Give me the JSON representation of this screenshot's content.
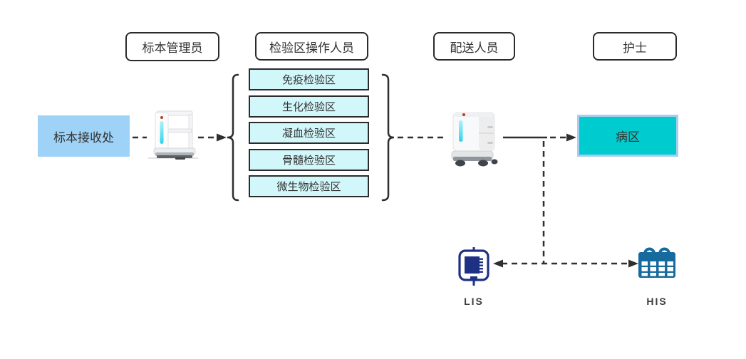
{
  "roles": [
    {
      "label": "标本管理员"
    },
    {
      "label": "检验区操作人员"
    },
    {
      "label": "配送人员"
    },
    {
      "label": "护士"
    }
  ],
  "reception": {
    "label": "标本接收处"
  },
  "test_areas": [
    {
      "label": "免疫检验区"
    },
    {
      "label": "生化检验区"
    },
    {
      "label": "凝血检验区"
    },
    {
      "label": "骨髓检验区"
    },
    {
      "label": "微生物检验区"
    }
  ],
  "ward": {
    "label": "病区"
  },
  "systems": [
    {
      "label": "LIS",
      "icon": "specimen-bag-icon"
    },
    {
      "label": "HIS",
      "icon": "calendar-icon"
    }
  ],
  "icons": {
    "robot1": "open-shelf-delivery-robot-image",
    "robot2": "cabinet-delivery-robot-image"
  },
  "colors": {
    "connector": "#2f2f2f",
    "role_border": "#2b2b2b",
    "reception_fill": "#9fd2f7",
    "test_area_fill": "#d2f7fa",
    "ward_fill": "#00cbce",
    "ward_border": "#a8cdf0",
    "lis_icon_blue": "#1e3182",
    "his_icon_blue": "#176a9e",
    "robot_led_cyan": "#5fdef0"
  }
}
